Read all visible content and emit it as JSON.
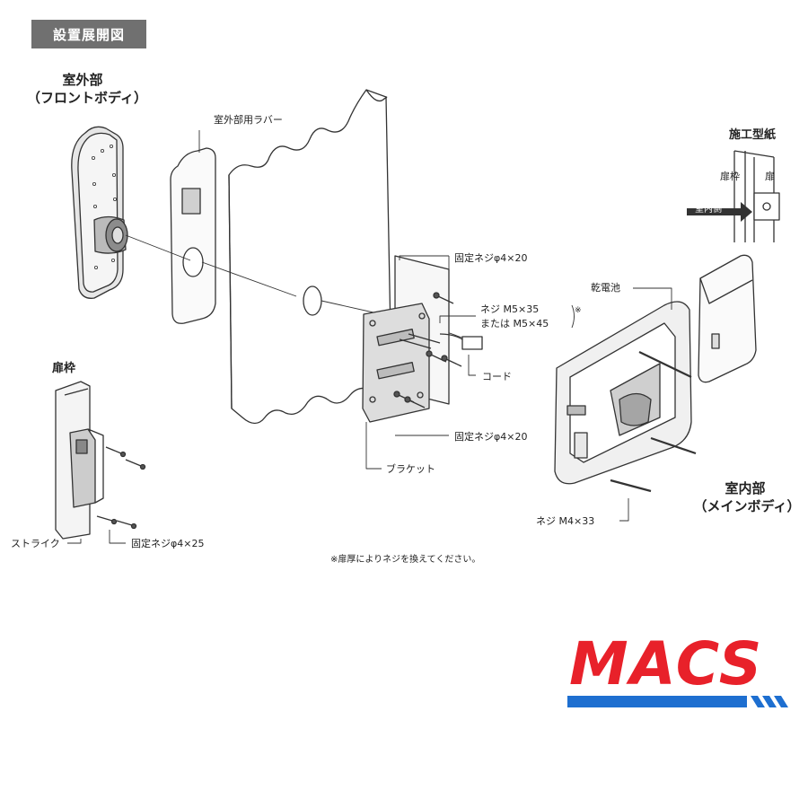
{
  "title": "設置展開図",
  "labels": {
    "outdoor_unit_line1": "室外部",
    "outdoor_unit_line2": "（フロントボディ）",
    "outdoor_rubber": "室外部用ラバー",
    "template_title": "施工型紙",
    "template_frame": "扉枠",
    "template_door": "扉",
    "template_indoor_side": "室内側",
    "screw_top": "固定ネジφ4×20",
    "screw_m5_line1": "ネジ M5×35",
    "screw_m5_line2": "または M5×45",
    "screw_m5_mark": "※",
    "cord": "コード",
    "screw_bottom": "固定ネジφ4×20",
    "bracket": "ブラケット",
    "battery": "乾電池",
    "indoor_unit_line1": "室内部",
    "indoor_unit_line2": "（メインボディ）",
    "screw_m4": "ネジ M4×33",
    "door_frame": "扉枠",
    "strike": "ストライク",
    "strike_screw": "固定ネジφ4×25",
    "footnote": "※扉厚によりネジを換えてください。"
  },
  "logo": {
    "text": "MACS",
    "text_color": "#e8212a",
    "stripe_color": "#1e6fd0"
  },
  "colors": {
    "line": "#333333",
    "fill_light": "#f2f2f2",
    "fill_mid": "#d9d9d9",
    "fill_dark": "#9a9a9a"
  }
}
